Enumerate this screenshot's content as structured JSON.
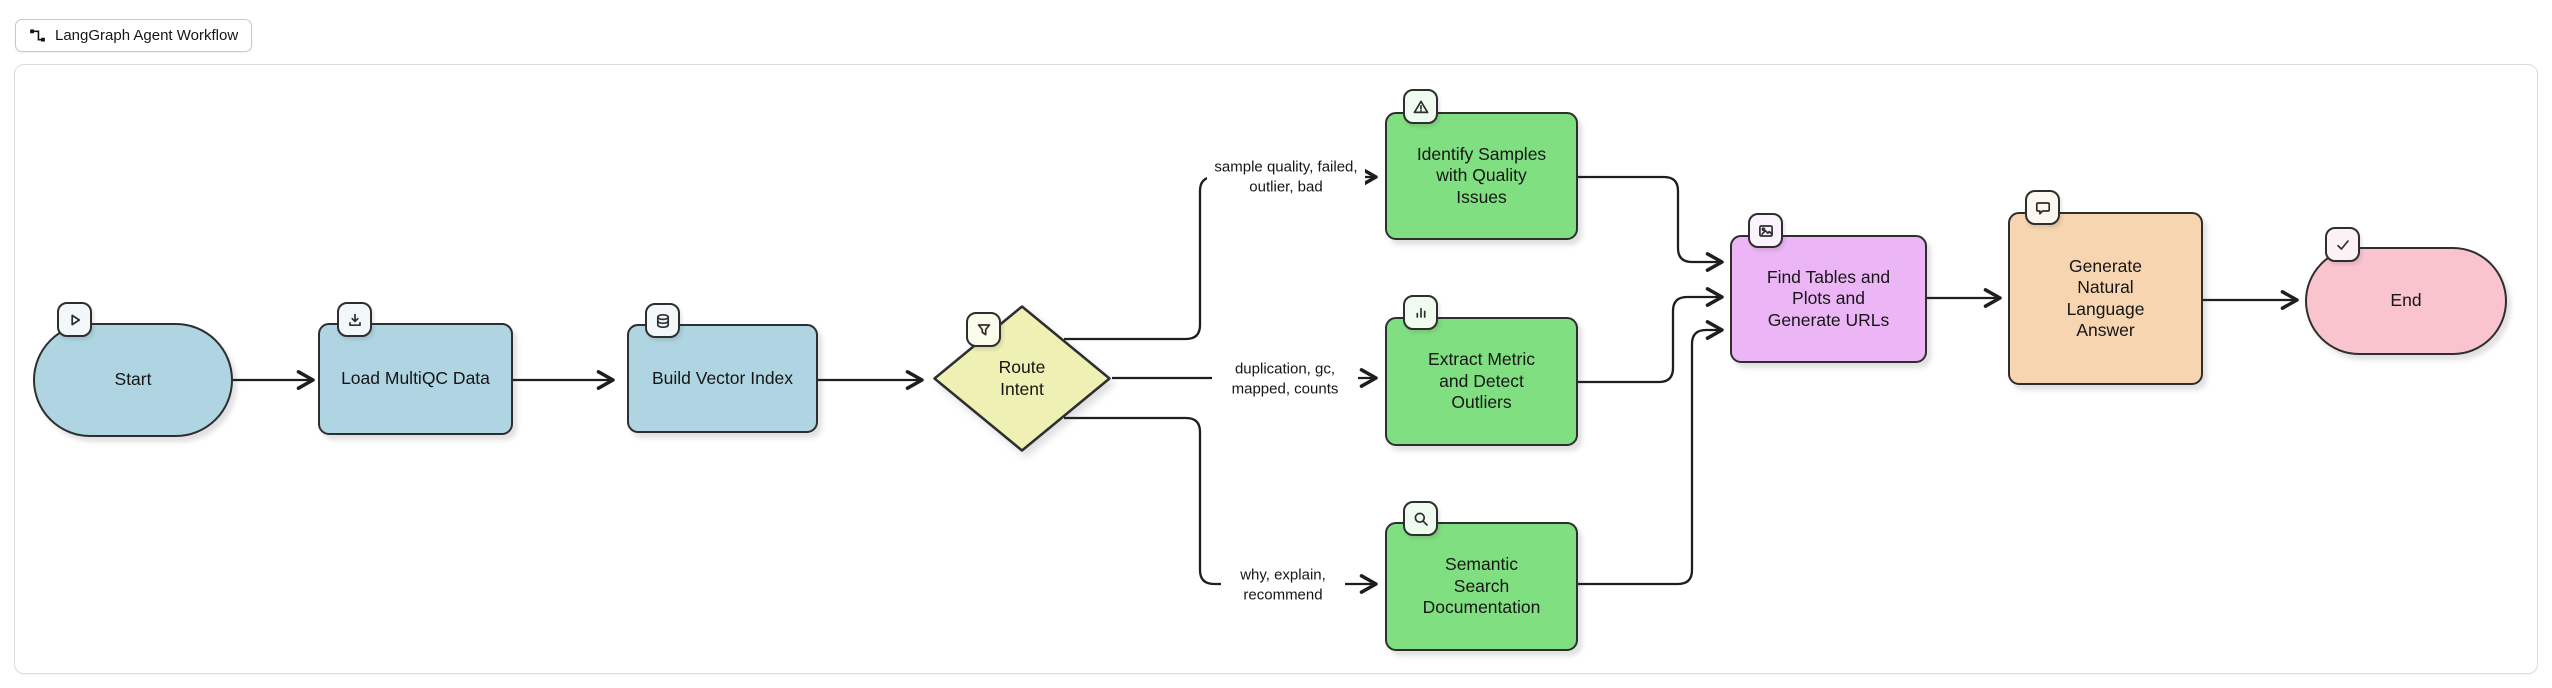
{
  "workflow_chip": {
    "label": "LangGraph Agent Workflow",
    "icon": "workflow-connector-icon"
  },
  "colors": {
    "node_blue": "#AFD5E3",
    "node_yellow": "#EFF0B4",
    "node_green": "#80DF80",
    "node_purple": "#ECB6F6",
    "node_orange": "#F6D5B0",
    "node_pink": "#FAC4CF",
    "node_border": "#2E2E2E",
    "edge_line": "#1E1E1E",
    "frame_border": "#DCDCDC"
  },
  "nodes": {
    "start": {
      "label": "Start",
      "shape": "pill",
      "icon": "play-icon"
    },
    "load_multiqc": {
      "label": "Load MultiQC Data",
      "shape": "rect",
      "icon": "download-icon"
    },
    "build_index": {
      "label": "Build Vector Index",
      "shape": "rect",
      "icon": "database-icon"
    },
    "route_intent": {
      "label": "Route Intent",
      "shape": "diamond",
      "icon": "filter-icon"
    },
    "identify_quality": {
      "label": "Identify Samples with Quality Issues",
      "shape": "rect",
      "icon": "warning-icon"
    },
    "extract_metric": {
      "label": "Extract Metric and Detect Outliers",
      "shape": "rect",
      "icon": "bar-chart-icon"
    },
    "semantic_search": {
      "label": "Semantic Search Documentation",
      "shape": "rect",
      "icon": "search-icon"
    },
    "find_tables": {
      "label": "Find Tables and Plots and Generate URLs",
      "shape": "rect",
      "icon": "image-icon"
    },
    "generate_answer": {
      "label": "Generate Natural Language Answer",
      "shape": "rect",
      "icon": "speech-bubble-icon"
    },
    "end": {
      "label": "End",
      "shape": "pill",
      "icon": "check-icon"
    }
  },
  "edge_labels": {
    "quality": "sample quality, failed, outlier, bad",
    "metrics": "duplication, gc, mapped, counts",
    "docs": "why, explain, recommend"
  },
  "edges": [
    {
      "from": "start",
      "to": "load_multiqc",
      "label": ""
    },
    {
      "from": "load_multiqc",
      "to": "build_index",
      "label": ""
    },
    {
      "from": "build_index",
      "to": "route_intent",
      "label": ""
    },
    {
      "from": "route_intent",
      "to": "identify_quality",
      "label": "sample quality, failed, outlier, bad"
    },
    {
      "from": "route_intent",
      "to": "extract_metric",
      "label": "duplication, gc, mapped, counts"
    },
    {
      "from": "route_intent",
      "to": "semantic_search",
      "label": "why, explain, recommend"
    },
    {
      "from": "identify_quality",
      "to": "find_tables",
      "label": ""
    },
    {
      "from": "extract_metric",
      "to": "find_tables",
      "label": ""
    },
    {
      "from": "semantic_search",
      "to": "find_tables",
      "label": ""
    },
    {
      "from": "find_tables",
      "to": "generate_answer",
      "label": ""
    },
    {
      "from": "generate_answer",
      "to": "end",
      "label": ""
    }
  ]
}
